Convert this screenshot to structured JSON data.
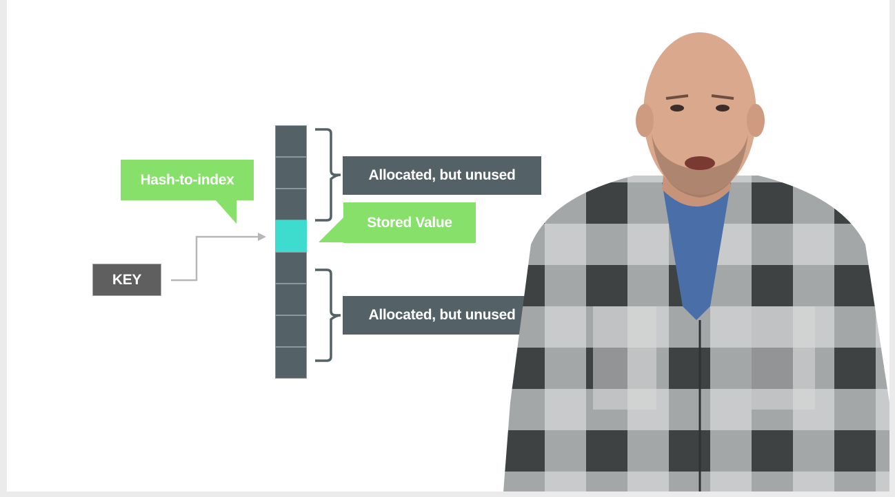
{
  "diagram": {
    "key_label": "KEY",
    "hash_callout": "Hash-to-index",
    "stored_callout": "Stored Value",
    "unused_top_label": "Allocated, but unused",
    "unused_bottom_label": "Allocated, but unused",
    "table_cells": [
      {
        "state": "unused"
      },
      {
        "state": "unused"
      },
      {
        "state": "unused"
      },
      {
        "state": "stored"
      },
      {
        "state": "unused"
      },
      {
        "state": "unused"
      },
      {
        "state": "unused"
      },
      {
        "state": "unused"
      }
    ]
  },
  "colors": {
    "cell_unused": "#546267",
    "cell_stored": "#3ddccf",
    "callout_green": "#86e06a",
    "label_dark": "#546267",
    "key_box": "#5f5f5f",
    "shirt_dark": "#3f4243",
    "shirt_light": "#c9cacb",
    "tshirt": "#4a6fa8",
    "skin": "#d9a88d"
  }
}
